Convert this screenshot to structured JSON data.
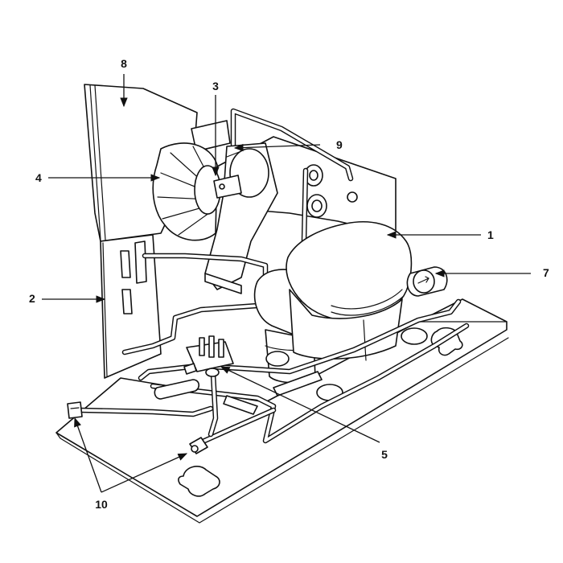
{
  "callouts": {
    "c1": "1",
    "c2": "2",
    "c3": "3",
    "c4": "4",
    "c5": "5",
    "c7": "7",
    "c8": "8",
    "c9": "9",
    "c10": "10"
  },
  "colors": {
    "line": "#111111",
    "background": "#ffffff"
  }
}
